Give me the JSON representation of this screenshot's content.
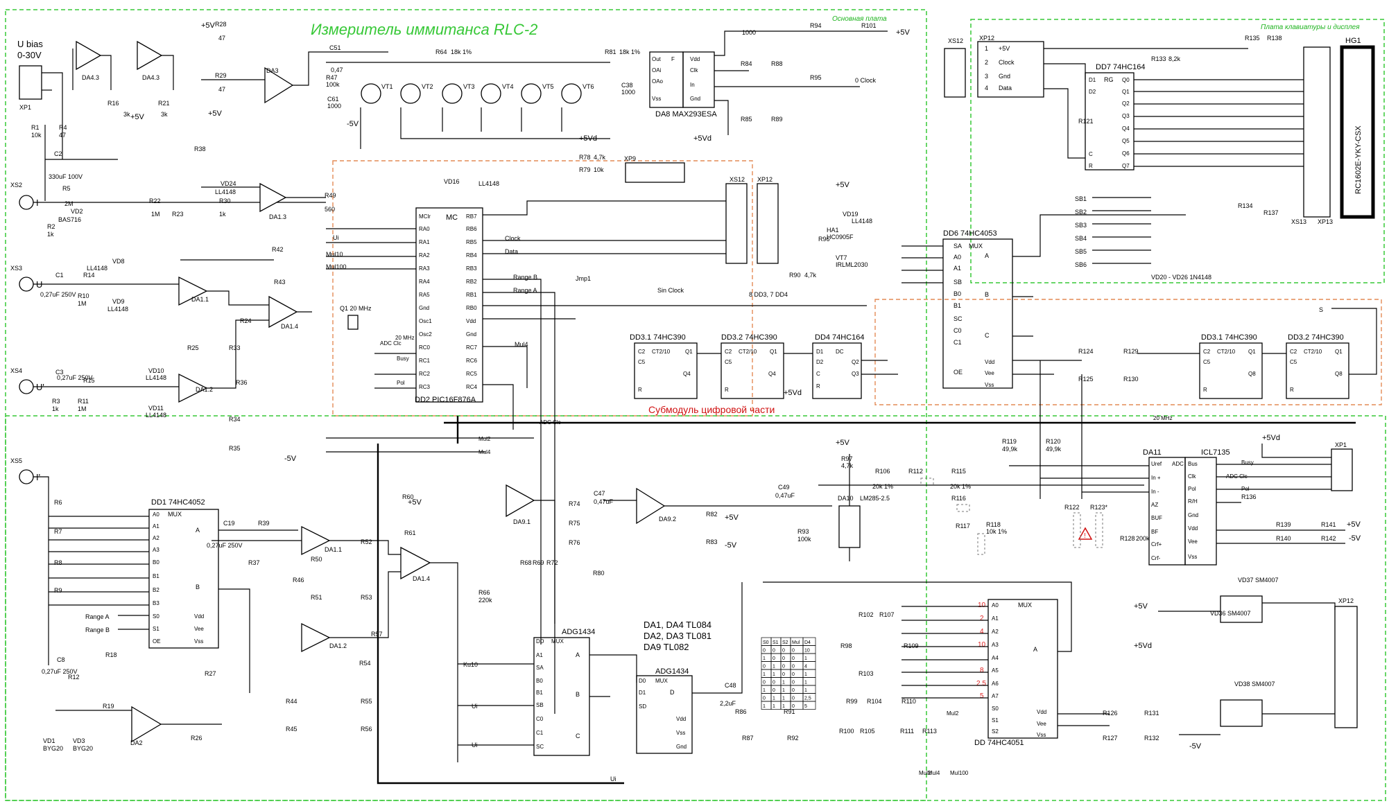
{
  "title": "Измеритель иммитанса RLC-2",
  "board_labels": {
    "main": "Основная плата",
    "keyboard": "Плата клавиатуры и дисплея",
    "digital_submodule": "Субмодуль цифровой части"
  },
  "inputs": {
    "ubias_label": "U bias",
    "ubias_range": "0-30V",
    "xp1": "XP1",
    "xs2": "XS2",
    "xs2_name": "I",
    "xs3": "XS3",
    "xs3_name": "U",
    "xs4": "XS4",
    "xs4_name": "U'",
    "xs5": "XS5",
    "xs5_name": "I'"
  },
  "chips": {
    "da8": "DA8 MAX293ESA",
    "dd2": "DD2  PIC16F876A",
    "dd2_mc": "MC",
    "dd6": "DD6   74HC4053",
    "dd6_mux": "MUX",
    "dd7": "DD7   74HC164",
    "dd7_rg": "RG",
    "hg1": "HG1",
    "lcd": "RC1602E-YKY-CSX",
    "dd1": "DD1   74HC4052",
    "dd1_mux": "MUX",
    "da11": "DA11",
    "da11_part": "ICL7135",
    "da11_adc": "ADC",
    "dd5": "DD   74HC4051",
    "dd5_mux": "MUX",
    "adg1": "ADG1434",
    "adg2": "ADG1434",
    "dd3_1": "DD3.1   74HC390",
    "dd3_2": "DD3.2   74HC390",
    "dd4": "DD4  74HC164",
    "dd3_1b": "DD3.1   74HC390",
    "dd3_2b": "DD3.2   74HC390",
    "ct": "CT2/10",
    "lm285": "LM285-2.5",
    "da10": "DA10",
    "ha1": "HA1",
    "ha1_part": "HC0905F",
    "vt7": "VT7",
    "vt7_part": "IRLML2030",
    "q1": "Q1 20 MHz"
  },
  "opamps": [
    "DA4.3",
    "DA4.3",
    "DA3",
    "DA1.3",
    "DA1.1",
    "DA1.4",
    "DA1.2",
    "DA2",
    "DA1.1",
    "DA1.4",
    "DA1.2",
    "DA9.1",
    "DA9.2"
  ],
  "transistors": [
    "VT1",
    "VT2",
    "VT3",
    "VT4",
    "VT5",
    "VT6"
  ],
  "connectors": {
    "xs12": "XS12",
    "xp12": "XP12",
    "xp9": "XP9",
    "xs13": "XS13",
    "xp13": "XP13",
    "xp1b": "XP1",
    "xp12b": "XP12"
  },
  "nets": {
    "plus5": "+5V",
    "minus5": "-5V",
    "plus5d": "+5Vd",
    "clock": "Clock",
    "zero_clock": "0 Clock",
    "data": "Data",
    "gnd": "Gnd",
    "sin_clock": "Sin Clock",
    "range_a": "Range A",
    "range_b": "Range B",
    "ui": "Ui",
    "mul10": "Mul10",
    "mul100": "Mul100",
    "mul2": "Mul2",
    "mul4": "Mul4",
    "adc_clc": "ADC Clc",
    "busy": "Busy",
    "pol": "Pol",
    "s": "S",
    "ku10": "Ku10",
    "mhz20": "20 MHz",
    "dd3dd4": "8 DD3, 7 DD4",
    "jmp1": "Jmp1",
    "plus5v_header": "+5V",
    "clock_header": "Clock",
    "gnd_header": "Gnd",
    "data_header": "Data"
  },
  "notes": {
    "opamp_types_1": "DA1, DA4  TL084",
    "opamp_types_2": "DA2, DA3  TL081",
    "opamp_types_3": "DA9  TL082",
    "diodes": "VD20 - VD26  1N4148"
  },
  "components": {
    "r28": "R28",
    "r28v": "47",
    "r29": "R29",
    "r29v": "47",
    "r16": "R16",
    "r16v": "3k",
    "r21": "R21",
    "r21v": "3k",
    "r1": "R1",
    "r1v": "10k",
    "r4": "R4",
    "r4v": "47",
    "c2": "C2",
    "c2v": "330uF 100V",
    "r5": "R5",
    "r5v": "2M",
    "vd2": "VD2",
    "vd2v": "BAS716",
    "r2": "R2",
    "r2v": "1k",
    "r22": "R22",
    "r22v": "1M",
    "r30": "R30",
    "r30v": "1k",
    "r49": "R49",
    "r49v": "560",
    "r14": "R14",
    "r15": "R15",
    "r10": "R10",
    "r10v": "1M",
    "r11": "R11",
    "r11v": "1M",
    "r3": "R3",
    "r3v": "1k",
    "c1": "C1",
    "c1v": "0,27uF 250V",
    "c3": "C3",
    "c3v": "0,27uF 250V",
    "c8": "C8",
    "c8v": "0,27uF 250V",
    "r24": "R24",
    "r25": "R25",
    "r33": "R33",
    "r43": "R43",
    "r42": "R42",
    "r34": "R34",
    "r35": "R35",
    "r38": "R38",
    "r23": "R23",
    "r36": "R36",
    "r6": "R6",
    "r7": "R7",
    "r8": "R8",
    "r9": "R9",
    "r39": "R39",
    "r37": "R37",
    "r18": "R18",
    "r12": "R12",
    "r19": "R19",
    "r27": "R27",
    "r26": "R26",
    "r60": "R60",
    "r61": "R61",
    "r52": "R52",
    "r53": "R53",
    "r50": "R50",
    "r51": "R51",
    "r46": "R46",
    "r57": "R57",
    "r54": "R54",
    "r55": "R55",
    "r56": "R56",
    "r44": "R44",
    "r45": "R45",
    "r64": "R64",
    "r64v": "18k 1%",
    "r81": "R81",
    "r81v": "18k 1%",
    "r47": "R47",
    "r47v": "100k",
    "c51": "C51",
    "c51v": "0,47",
    "c61": "C61",
    "c61v": "1000",
    "c38": "C38",
    "c38v": "1000",
    "r94": "R94",
    "r101": "R101",
    "r84": "R84",
    "r88": "R88",
    "r95": "R95",
    "r85": "R85",
    "r89": "R89",
    "r78": "R78",
    "r78v": "4,7k",
    "r79": "R79",
    "r79v": "10k",
    "r90": "R90",
    "r90v": "4,7k",
    "r96": "R96",
    "r133": "R133",
    "r133v": "8,2k",
    "r135": "R135",
    "r138": "R138",
    "r121": "R121",
    "r134": "R134",
    "r137": "R137",
    "r124": "R124",
    "r129": "R129",
    "r125": "R125",
    "r130": "R130",
    "r119": "R119",
    "r119v": "49,9k",
    "r120": "R120",
    "r120v": "49,9k",
    "r97": "R97",
    "r97v": "4,7k",
    "r106": "R106",
    "r106v": "20k 1%",
    "r112": "R112",
    "r115": "R115",
    "r115v": "20k 1%",
    "r116": "R116",
    "r117": "R117",
    "r118": "R118",
    "r118v": "10k 1%",
    "r122": "R122",
    "r123": "R123*",
    "r128": "R128",
    "r128v": "200k",
    "r136": "R136",
    "r139": "R139",
    "r141": "R141",
    "r140": "R140",
    "r142": "R142",
    "r93": "R93",
    "r93v": "100k",
    "r66": "R66",
    "r66v": "220k",
    "r74": "R74",
    "r75": "R75",
    "r76": "R76",
    "r80": "R80",
    "r68": "R68",
    "r69": "R69",
    "r72": "R72",
    "r82": "R82",
    "r83": "R83",
    "r86": "R86",
    "r87": "R87",
    "r91": "R91",
    "r92": "R92",
    "r98": "R98",
    "r99": "R99",
    "r100": "R100",
    "r102": "R102",
    "r103": "R103",
    "r104": "R104",
    "r105": "R105",
    "r107": "R107",
    "r109": "R109",
    "r110": "R110",
    "r111": "R111",
    "r113": "R113",
    "r126": "R126",
    "r127": "R127",
    "r131": "R131",
    "r132": "R132",
    "c49": "C49",
    "c49v": "0,47uF",
    "c47": "C47",
    "c47v": "0,47uF",
    "c48": "C48",
    "c48v": "2,2uF",
    "c19": "C19",
    "c19v": "0,27uF 250V",
    "vd1": "VD1",
    "vd1v": "BYG20",
    "vd3": "VD3",
    "vd3v": "BYG20",
    "vd8": "VD8",
    "vd9": "VD9",
    "vd10": "VD10",
    "vd11": "VD11",
    "vd24": "VD24",
    "vd16": "VD16",
    "vd19": "VD19",
    "diode_type": "LL4148",
    "vd36": "VD36 SM4007",
    "vd37": "VD37 SM4007",
    "vd38": "VD38 SM4007",
    "sb1": "SB1",
    "sb2": "SB2",
    "sb3": "SB3",
    "sb4": "SB4",
    "sb5": "SB5",
    "sb6": "SB6"
  },
  "mux_table": {
    "headers": [
      "S0",
      "S1",
      "S2",
      "Mul",
      "D4"
    ],
    "rows": [
      [
        "0",
        "0",
        "0",
        "0",
        "10"
      ],
      [
        "1",
        "0",
        "0",
        "0",
        "1"
      ],
      [
        "0",
        "1",
        "0",
        "0",
        "4"
      ],
      [
        "1",
        "1",
        "0",
        "0",
        "1"
      ],
      [
        "0",
        "0",
        "1",
        "0",
        "1"
      ],
      [
        "1",
        "0",
        "1",
        "0",
        "1"
      ],
      [
        "0",
        "1",
        "1",
        "0",
        "2,5"
      ],
      [
        "1",
        "1",
        "1",
        "0",
        "5"
      ]
    ]
  },
  "gain_codes": [
    "10",
    "2",
    "4",
    "10",
    "8",
    "2.5",
    "5"
  ]
}
